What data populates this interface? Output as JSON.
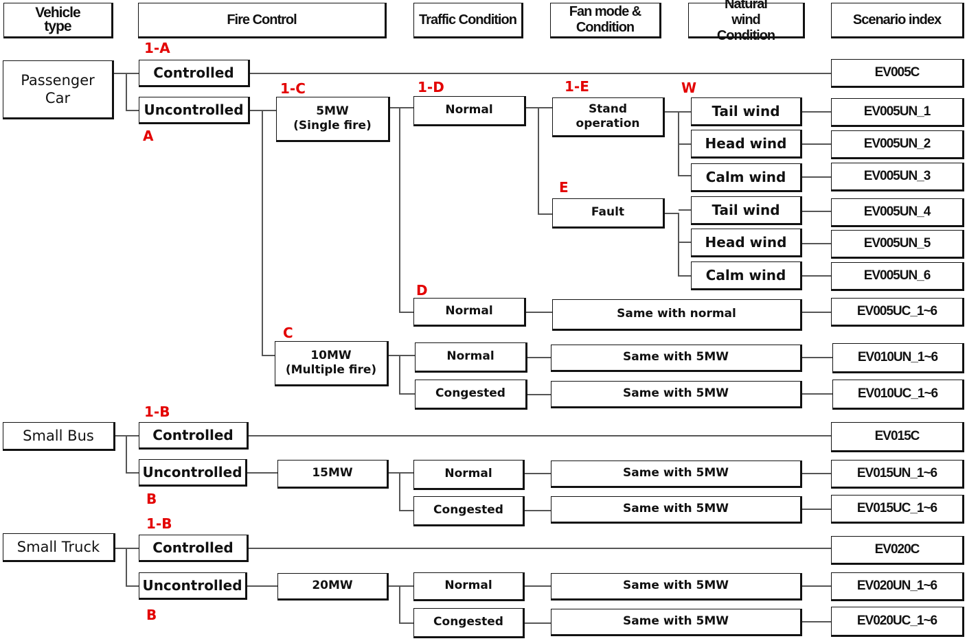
{
  "headers": [
    "Vehicle type",
    "Fire Control",
    "Traffic Condition",
    "Fan mode & Condition",
    "Natural wind Condition",
    "Scenario index"
  ],
  "vehicles": {
    "passenger": "Passenger Car",
    "bus": "Small Bus",
    "truck": "Small Truck"
  },
  "fire_control": {
    "controlled": "Controlled",
    "uncontrolled": "Uncontrolled"
  },
  "fire_size": {
    "fs5": "5MW (Single fire)",
    "fs10": "10MW (Multiple fire)",
    "fs15": "15MW",
    "fs20": "20MW"
  },
  "traffic": {
    "normal": "Normal",
    "congested": "Congested"
  },
  "fan": {
    "stand": "Stand operation",
    "fault": "Fault",
    "same_normal": "Same with normal",
    "same_5mw": "Same with 5MW"
  },
  "wind": {
    "tail": "Tail wind",
    "head": "Head wind",
    "calm": "Calm wind"
  },
  "scenarios": {
    "pc_c": "EV005C",
    "un1": "EV005UN_1",
    "un2": "EV005UN_2",
    "un3": "EV005UN_3",
    "un4": "EV005UN_4",
    "un5": "EV005UN_5",
    "un6": "EV005UN_6",
    "uc": "EV005UC_1~6",
    "ev010un": "EV010UN_1~6",
    "ev010uc": "EV010UC_1~6",
    "ev015c": "EV015C",
    "ev015un": "EV015UN_1~6",
    "ev015uc": "EV015UC_1~6",
    "ev020c": "EV020C",
    "ev020un": "EV020UN_1~6",
    "ev020uc": "EV020UC_1~6"
  },
  "labels": {
    "l1a": "1-A",
    "la": "A",
    "l1c": "1-C",
    "l1d": "1-D",
    "l1e": "1-E",
    "lw": "W",
    "le": "E",
    "ld": "D",
    "lc": "C",
    "l1b_bus": "1-B",
    "lb_bus": "B",
    "l1b_truck": "1-B",
    "lb_truck": "B"
  },
  "colors": {
    "label": "#e30000",
    "line": "#555555",
    "border": "#111111"
  }
}
